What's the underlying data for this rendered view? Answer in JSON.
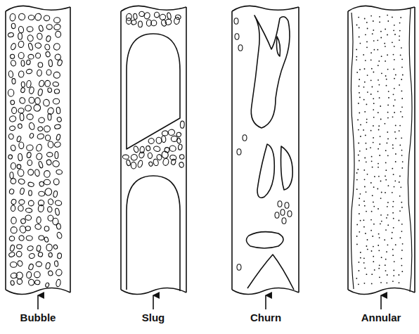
{
  "diagram": {
    "labels": [
      "Bubble",
      "Slug",
      "Churn",
      "Annular"
    ]
  }
}
